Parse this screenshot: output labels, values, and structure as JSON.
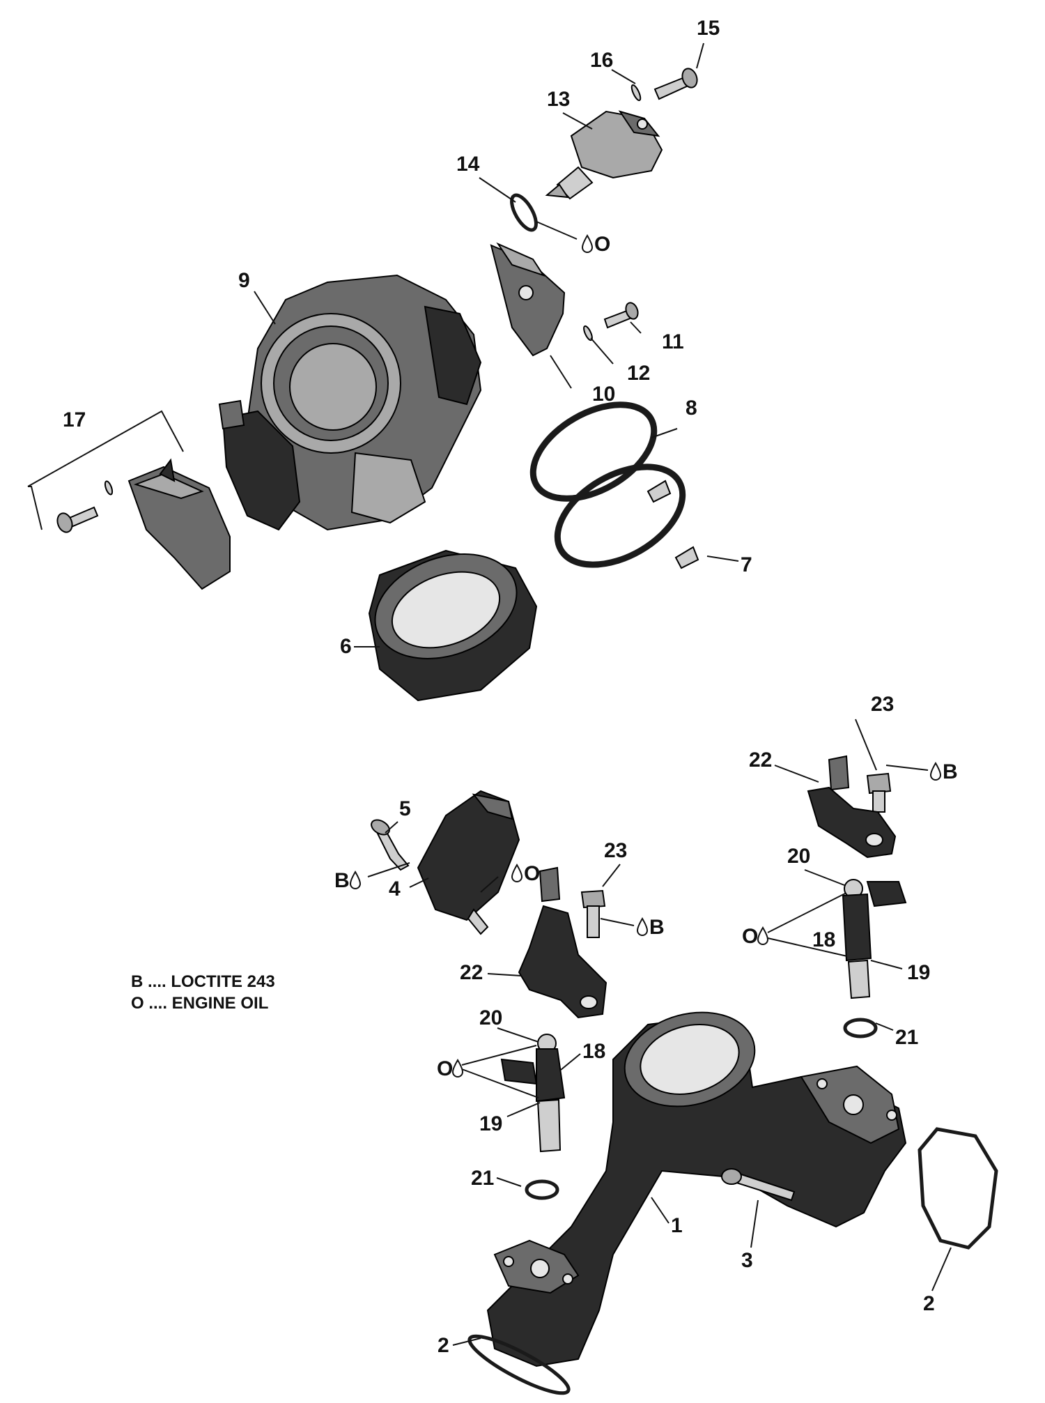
{
  "callouts": {
    "c1": "1",
    "c2a": "2",
    "c2b": "2",
    "c3": "3",
    "c4": "4",
    "c5": "5",
    "c6": "6",
    "c7": "7",
    "c8": "8",
    "c9": "9",
    "c10": "10",
    "c11": "11",
    "c12": "12",
    "c13": "13",
    "c14": "14",
    "c15": "15",
    "c16": "16",
    "c17": "17",
    "c18a": "18",
    "c18b": "18",
    "c19a": "19",
    "c19b": "19",
    "c20a": "20",
    "c20b": "20",
    "c21a": "21",
    "c21b": "21",
    "c22a": "22",
    "c22b": "22",
    "c23a": "23",
    "c23b": "23"
  },
  "markers": {
    "oil_letter": "O",
    "loctite_letter": "B",
    "drop_icon": "oil-drop-icon"
  },
  "legend": {
    "line_b": "B .... LOCTITE 243",
    "line_o": "O .... ENGINE OIL"
  }
}
